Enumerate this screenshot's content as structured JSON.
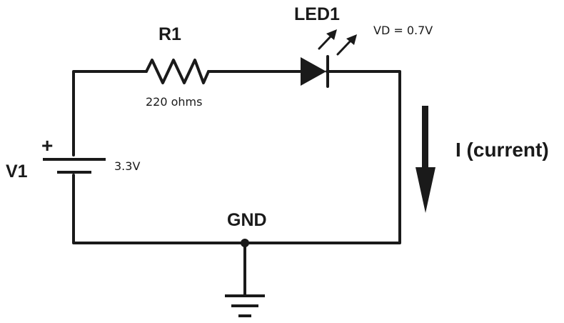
{
  "resistor": {
    "name": "R1",
    "value": "220 ohms"
  },
  "led": {
    "name": "LED1",
    "forward_voltage": "VD = 0.7V"
  },
  "source": {
    "name": "V1",
    "voltage": "3.3V",
    "polarity": "+"
  },
  "ground": {
    "label": "GND"
  },
  "current": {
    "label": "I (current)"
  },
  "colors": {
    "ink": "#1a1a1a",
    "background": "#ffffff"
  }
}
